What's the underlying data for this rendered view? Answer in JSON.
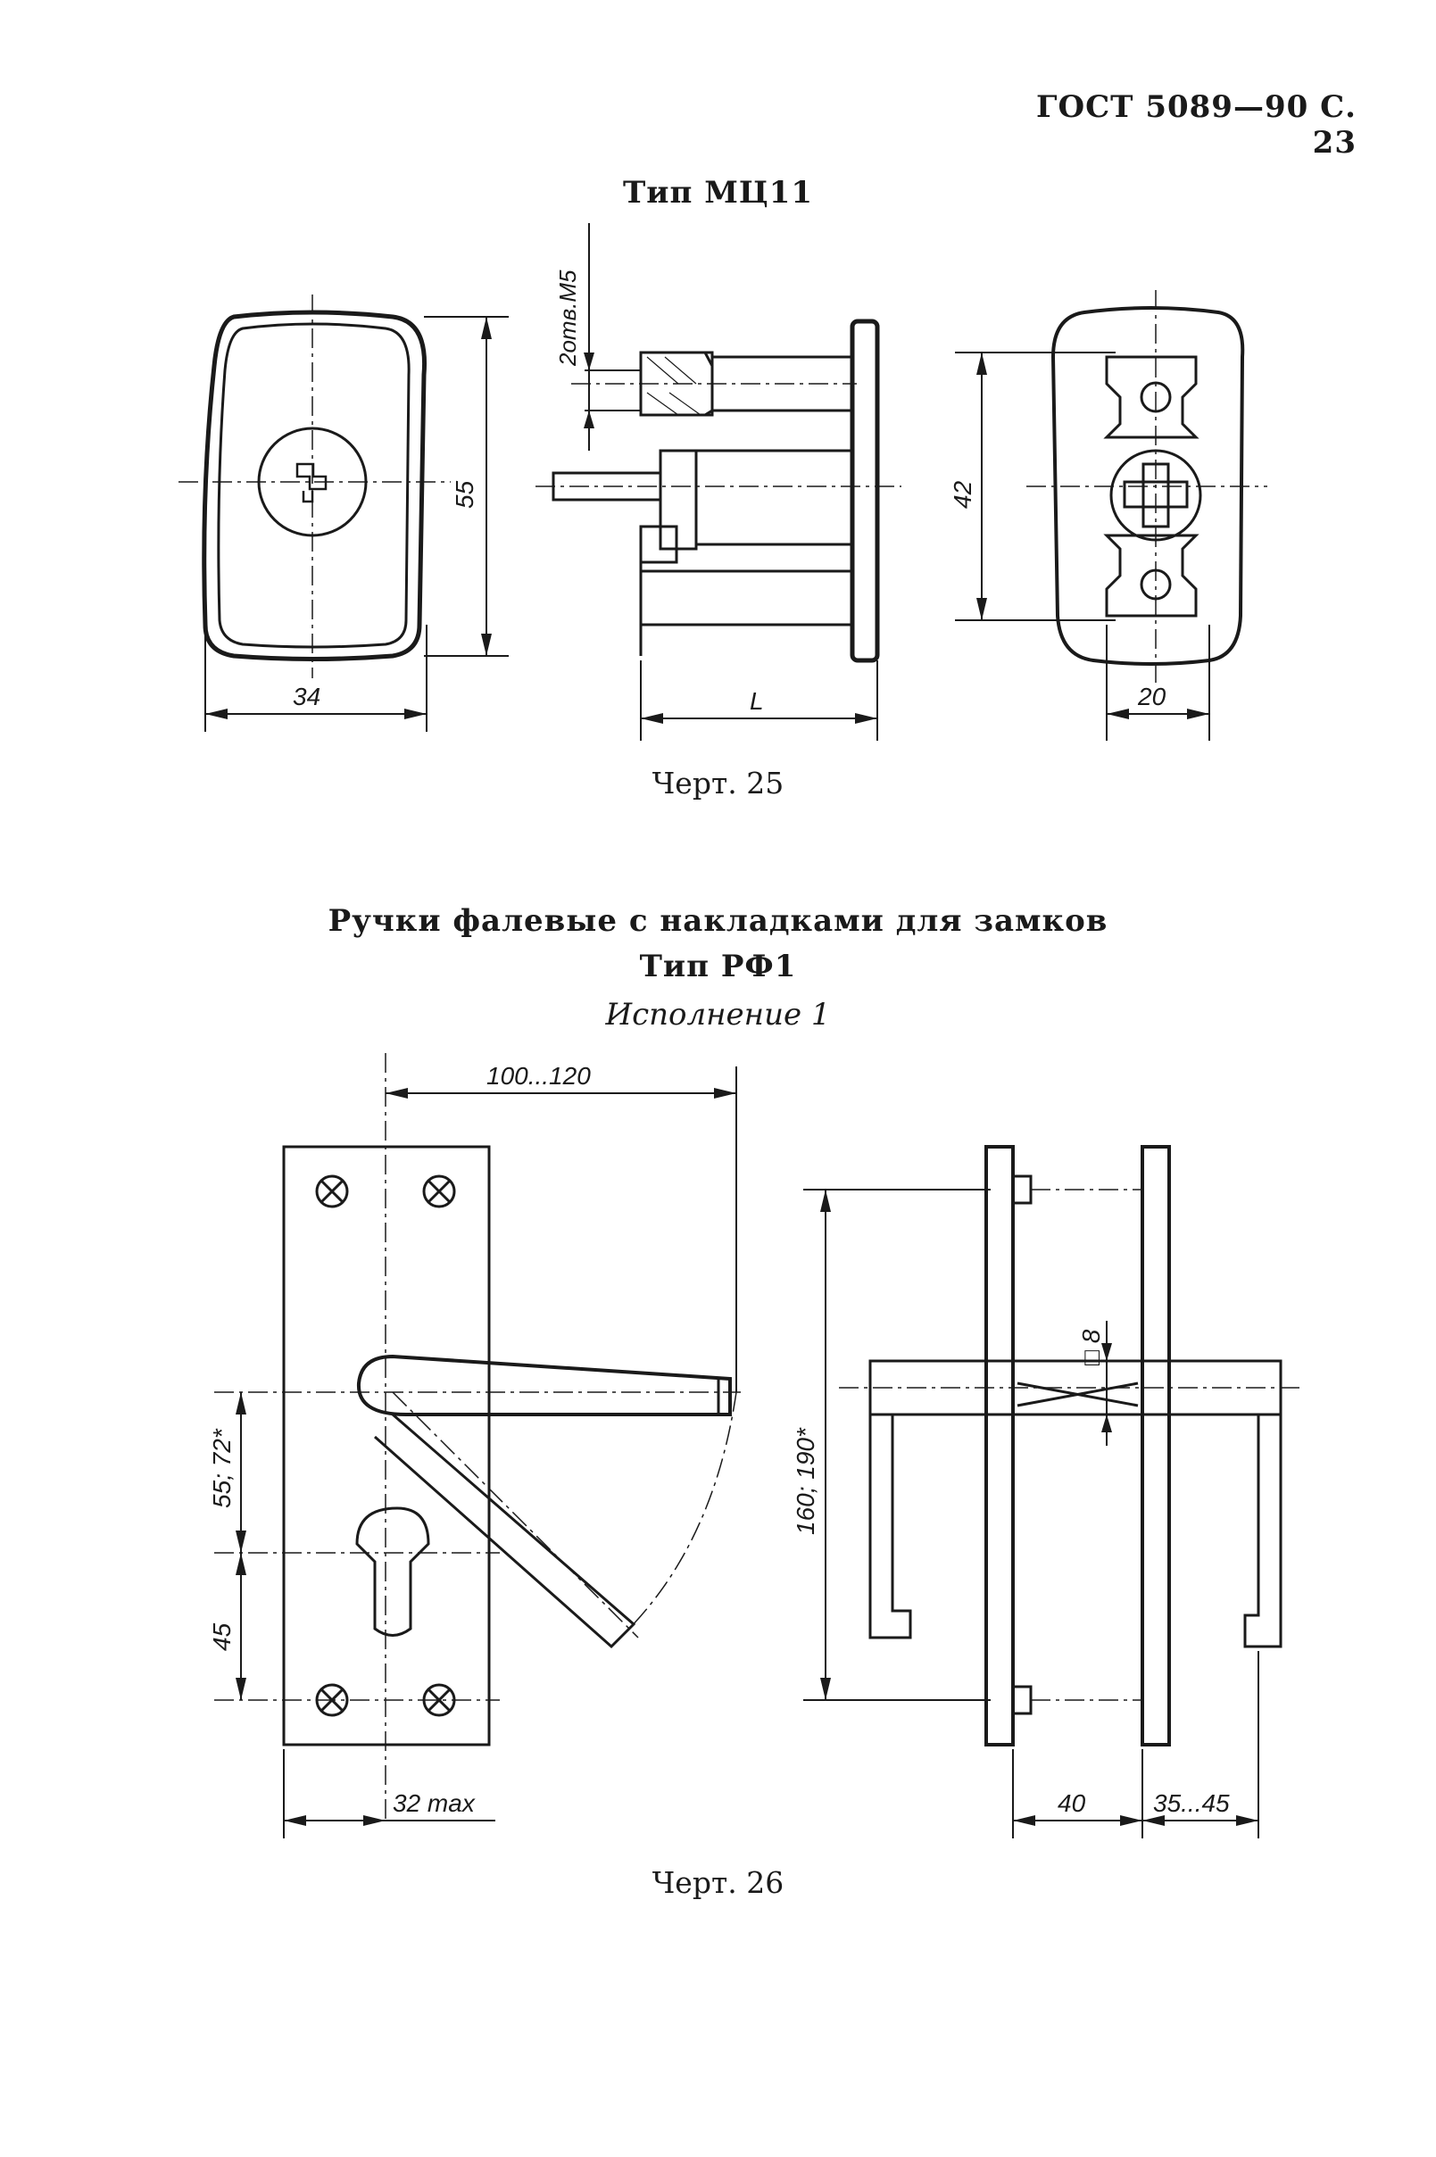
{
  "header": {
    "text": "ГОСТ 5089—90 С. 23"
  },
  "section1": {
    "title": "Тип МЦ11",
    "caption": "Черт. 25",
    "dims": {
      "width": "34",
      "height": "55",
      "thread": "2отв.М5",
      "length": "L",
      "height2": "42",
      "width2": "20"
    }
  },
  "section2": {
    "title": "Ручки фалевые с накладками для замков",
    "subtitle": "Тип РФ1",
    "variant": "Исполнение 1",
    "caption": "Черт. 26",
    "dims": {
      "reach": "100...120",
      "pitch1": "55; 72*",
      "pitch2": "45",
      "maxw": "32 max",
      "height": "160; 190*",
      "square": "□ 8",
      "thick": "40",
      "range": "35...45"
    }
  }
}
